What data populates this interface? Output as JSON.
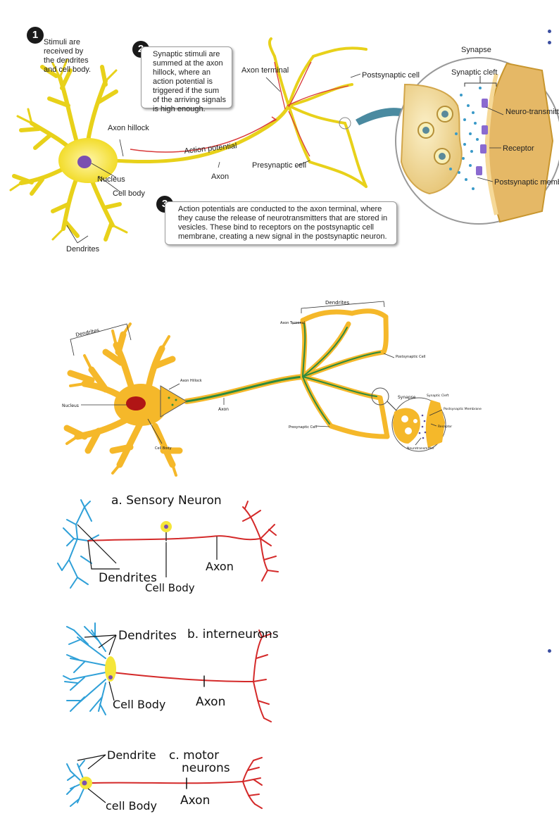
{
  "top": {
    "steps": [
      {
        "number": "1",
        "text": "Stimuli are received by the dendrites and cell body."
      },
      {
        "number": "2",
        "text": "Synaptic stimuli are summed at the axon hillock, where an action potential is triggered if the sum of the arriving signals is high enough."
      },
      {
        "number": "3",
        "text": "Action potentials are conducted to the axon terminal, where they cause the release of neurotransmitters that are stored in vesicles. These bind to receptors on the postsynaptic cell membrane, creating a new signal in the postsynaptic neuron."
      }
    ],
    "labels": {
      "axon_hillock": "Axon hillock",
      "action_potential": "Action potential",
      "nucleus": "Nucleus",
      "cell_body": "Cell body",
      "axon": "Axon",
      "dendrites": "Dendrites",
      "axon_terminal": "Axon terminal",
      "postsynaptic_cell": "Postsynaptic cell",
      "presynaptic_cell": "Presynaptic cell",
      "synapse": "Synapse",
      "synaptic_cleft": "Synaptic cleft",
      "neurotransmitter": "Neuro-transmitter",
      "receptor": "Receptor",
      "postsynaptic_membrane": "Postsynaptic membrane"
    }
  },
  "middle": {
    "labels": {
      "dendrites_left": "Dendrites",
      "dendrites_right": "Dendrites",
      "nucleus": "Nucleus",
      "axon_hillock": "Axon Hillock",
      "cell_body": "Cell Body",
      "axon": "Axon",
      "axon_terminal": "Axon Terminal",
      "postsynaptic_cell": "Postsynaptic Cell",
      "presynaptic_cell": "Presynaptic Cell",
      "synapse": "Synapse",
      "synaptic_cleft": "Synaptic Cleft",
      "postsynaptic_membrane": "Postsynaptic Membrane",
      "receptor": "Receptor",
      "neurotransmitter": "Neurotransmitter"
    }
  },
  "sensory": {
    "title": "a. Sensory Neuron",
    "dendrites": "Dendrites",
    "cell_body": "Cell Body",
    "axon": "Axon"
  },
  "inter": {
    "title": "b. interneurons",
    "dendrites": "Dendrites",
    "cell_body": "Cell Body",
    "axon": "Axon"
  },
  "motor": {
    "title_line1": "c. motor",
    "title_line2": "neurons",
    "dendrite": "Dendrite",
    "cell_body": "cell Body",
    "axon": "Axon"
  },
  "colors": {
    "neuron_yellow": "#f5e63a",
    "neuron_orange": "#f5b82a",
    "axon_green": "#2e8b3e",
    "nucleus_purple": "#7a4fb0",
    "nucleus_red": "#b01515",
    "sensory_blue": "#2fa0d8",
    "terminal_red": "#d42a2a",
    "arrow_teal": "#4a8aa0",
    "bullet_blue": "#3b4ea0"
  }
}
